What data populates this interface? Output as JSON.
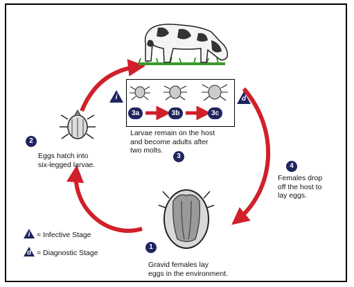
{
  "steps": {
    "s1": {
      "number": "1",
      "text": [
        "Gravid females lay",
        "eggs in the environment."
      ]
    },
    "s2": {
      "number": "2",
      "text": [
        "Eggs hatch into",
        "six-legged larvae."
      ]
    },
    "s3": {
      "number": "3",
      "text": [
        "Larvae remain on the host",
        "and become adults after",
        "two molts."
      ]
    },
    "s4": {
      "number": "4",
      "text": [
        "Females drop",
        "off the host to",
        "lay eggs."
      ]
    }
  },
  "substages": [
    "3a",
    "3b",
    "3c"
  ],
  "badges": {
    "infective": "i",
    "diagnostic": "d"
  },
  "legend": {
    "infective": "= Infective Stage",
    "diagnostic": "= Diagnostic Stage"
  },
  "colors": {
    "arrow": "#d0202a",
    "badge": "#1f2560",
    "grass": "#3a9a2a"
  }
}
